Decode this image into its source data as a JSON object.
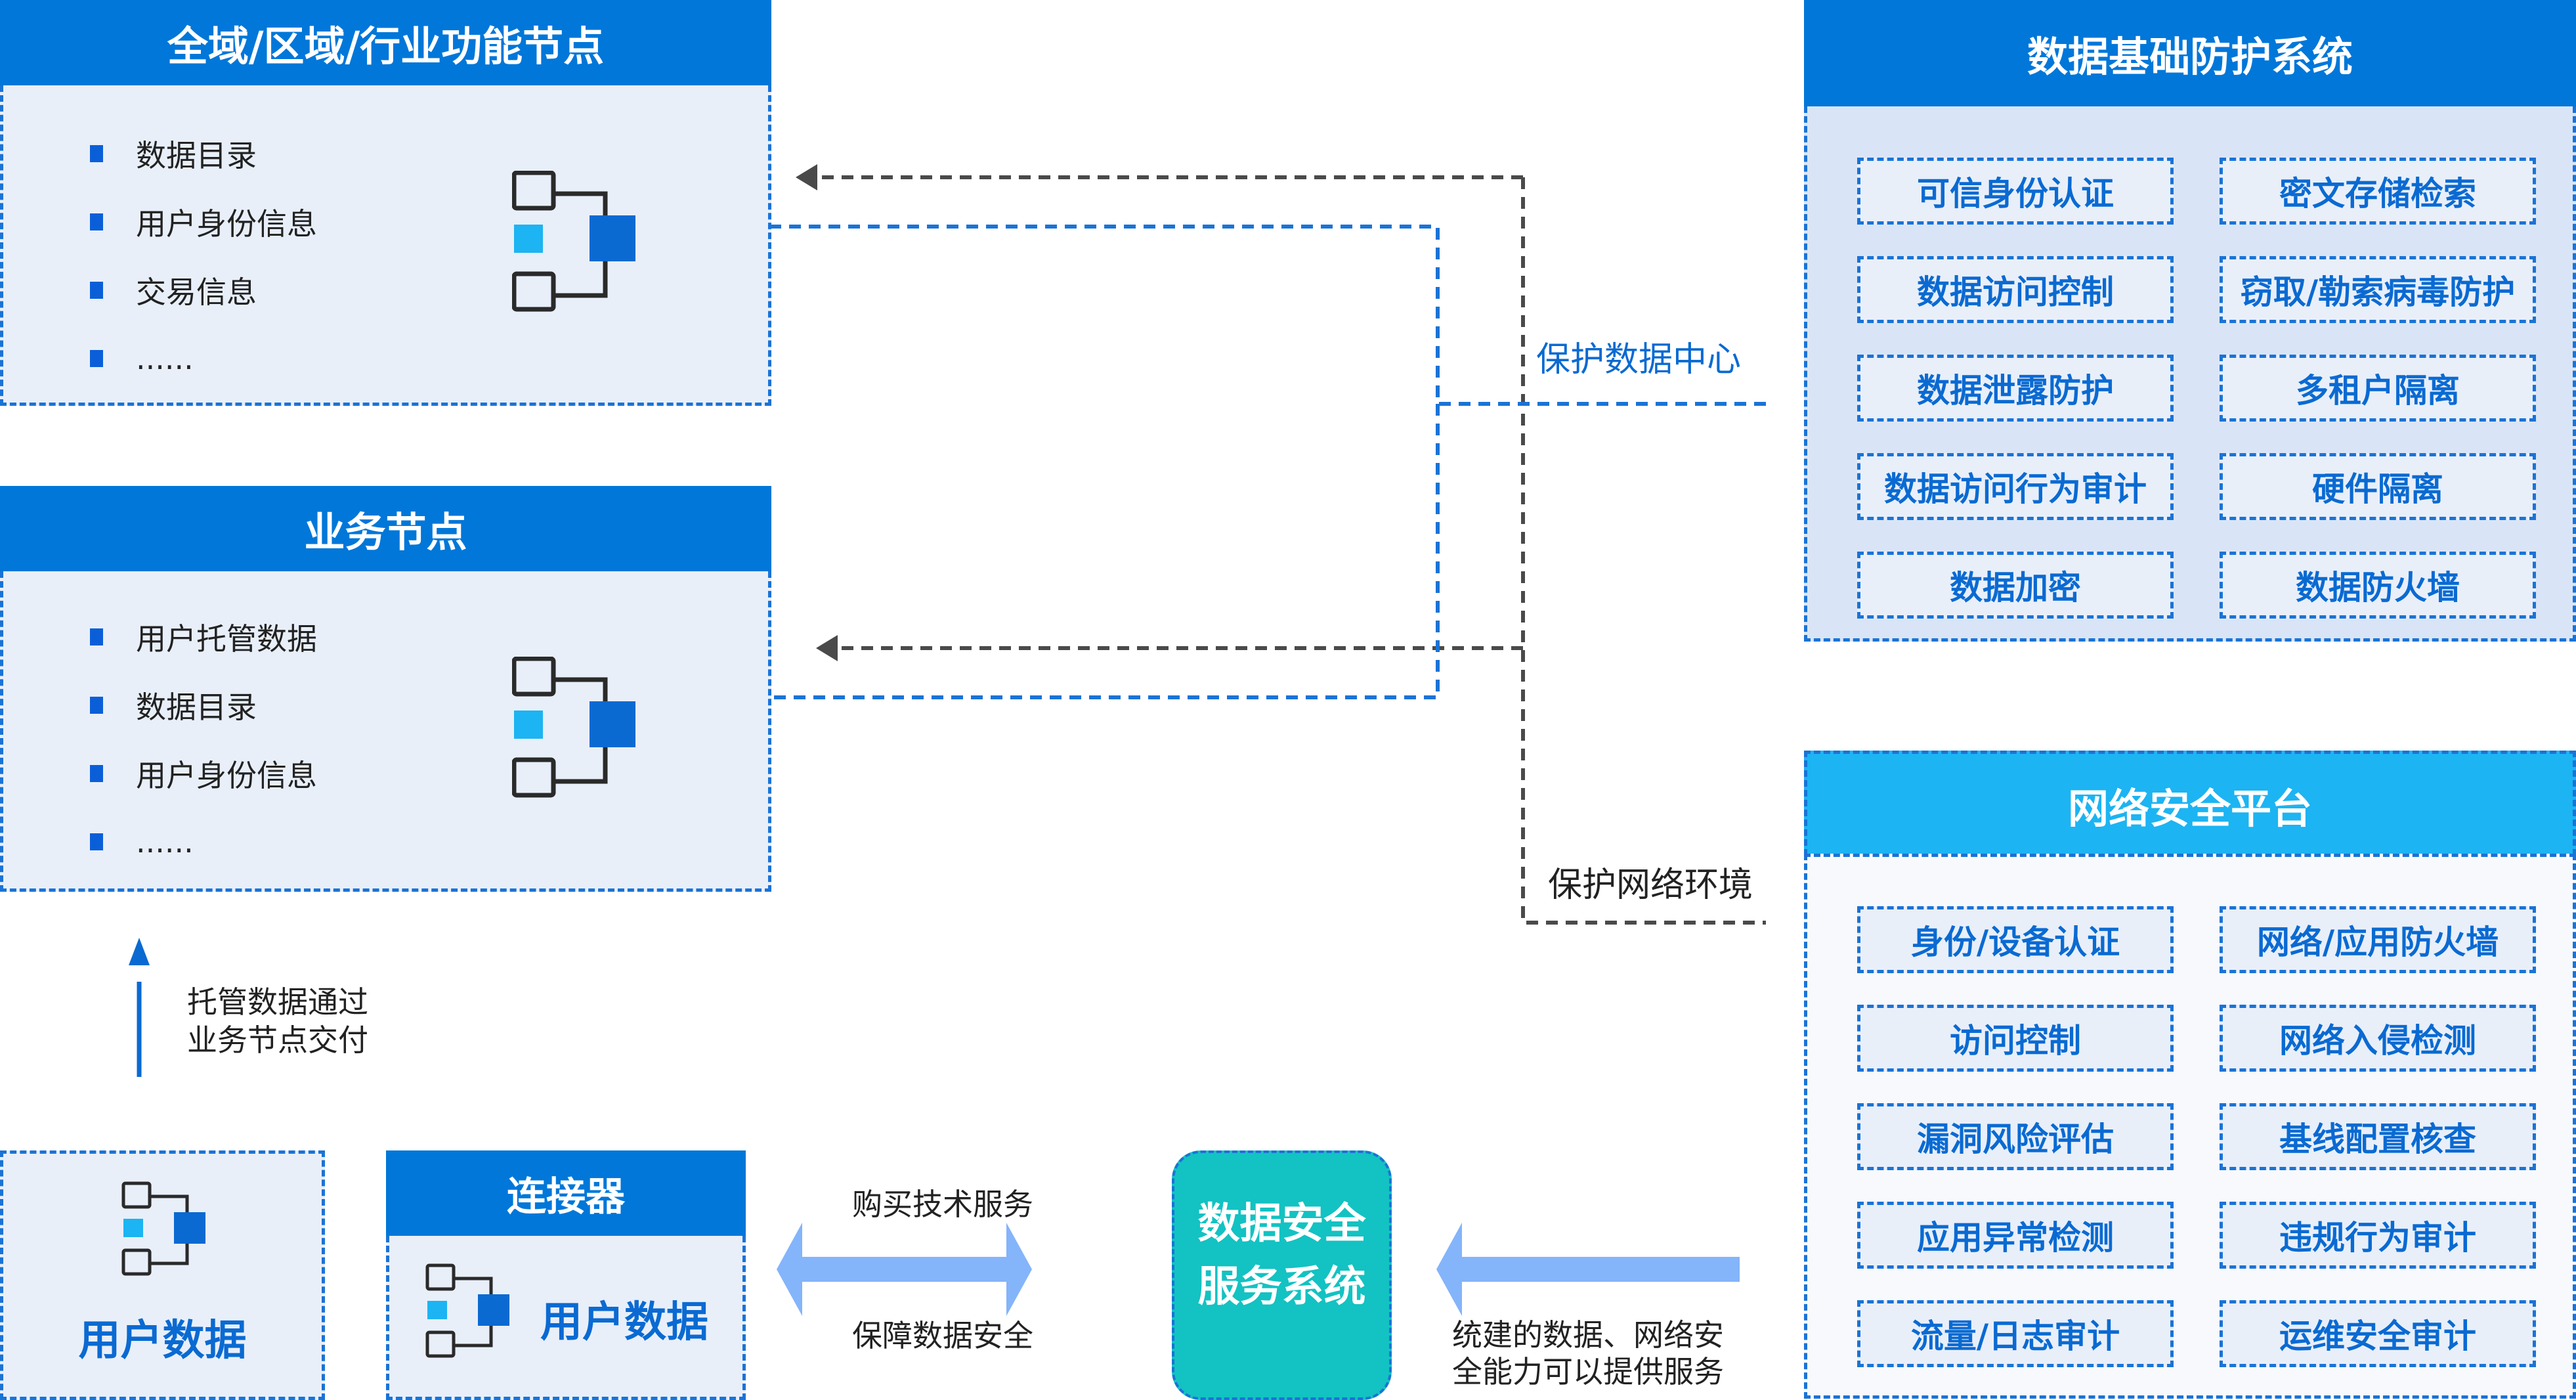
{
  "colors": {
    "primary": "#0077d9",
    "cyan_header": "#1cb4f2",
    "panel_bg": "#e8eff9",
    "teal_system": "#13c2c2",
    "arrow_light": "#84b4fa",
    "dashed_gray": "#4a4a4a"
  },
  "left_nodes": [
    {
      "title": "全域/区域/行业功能节点",
      "items": [
        "数据目录",
        "用户身份信息",
        "交易信息",
        "......"
      ]
    },
    {
      "title": "业务节点",
      "items": [
        "用户托管数据",
        "数据目录",
        "用户身份信息",
        "......"
      ]
    }
  ],
  "upload_note": {
    "line1": "托管数据通过",
    "line2": "业务节点交付"
  },
  "user_data": {
    "label": "用户数据"
  },
  "connector": {
    "title": "连接器",
    "label": "用户数据"
  },
  "service_arrows": {
    "top_label": "购买技术服务",
    "bottom_label": "保障数据安全"
  },
  "central_system": {
    "line1": "数据安全",
    "line2": "服务系统"
  },
  "right_note": {
    "line1": "统建的数据、网络安",
    "line2": "全能力可以提供服务"
  },
  "link_labels": {
    "protect_datacenter": "保护数据中心",
    "protect_network": "保护网络环境"
  },
  "data_protection_system": {
    "title": "数据基础防护系统",
    "features": [
      "可信身份认证",
      "密文存储检索",
      "数据访问控制",
      "窃取/勒索病毒防护",
      "数据泄露防护",
      "多租户隔离",
      "数据访问行为审计",
      "硬件隔离",
      "数据加密",
      "数据防火墙"
    ]
  },
  "network_security_platform": {
    "title": "网络安全平台",
    "features": [
      "身份/设备认证",
      "网络/应用防火墙",
      "访问控制",
      "网络入侵检测",
      "漏洞风险评估",
      "基线配置核查",
      "应用异常检测",
      "违规行为审计",
      "流量/日志审计",
      "运维安全审计"
    ]
  }
}
